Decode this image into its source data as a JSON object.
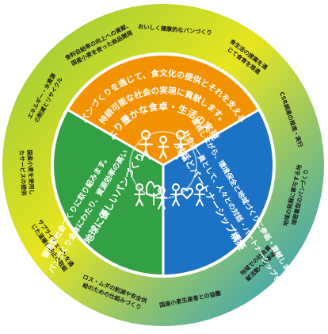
{
  "colors": {
    "orange": "#F39200",
    "green": "#34A046",
    "blue": "#1C72C4",
    "white": "#FFFFFF",
    "outer_green": "#8CC63F",
    "outer_yellow": "#E8E51E",
    "outer_blue": "#1596D6",
    "outer_text": "#1A1A1A"
  },
  "center": {
    "top": {
      "title": "より豊かな食卓・生活の実現",
      "description_line1": "パンづくりを通じて、食文化の提供とそれを支える",
      "description_line2": "持続可能な社会の実現に貢献します。",
      "icon": "family-icon"
    },
    "left": {
      "title": "地球に優しいパンづくり",
      "description_line1": "パンづくり全体にわたり、資源効率の高い",
      "description_line2": "循環型社会づくりに取り組みます。",
      "icon": "tree-people-icon"
    },
    "right": {
      "title": "対話とパートナーシップ構築",
      "description_line1": "社会の一員として、人々との対話・パートナーシップを",
      "description_line2": "重視しながら、環境保全と地域づくりに参画・貢献します。",
      "icon": "people-heart-icon"
    }
  },
  "outer_ring": [
    "おいしく健康的なパンづくり",
    "食生活の提案を通じて食育を推進",
    "CSR調達の推進・実行",
    "地域の発展に寄与する地域密着型のパンづくり",
    "地域での社会貢献活動への参画",
    "国産小麦生産者との協働",
    "ロス・ムダの削減や安全供給のための仕組みづくり",
    "サプライチェーンを通じた温暖化防止の取組",
    "国産小麦を使用したサービスの提供",
    "エネルギー・水資源の削減とリサイクル",
    "食料自給率の向上への貢献、国産小麦を使った商品開発"
  ]
}
